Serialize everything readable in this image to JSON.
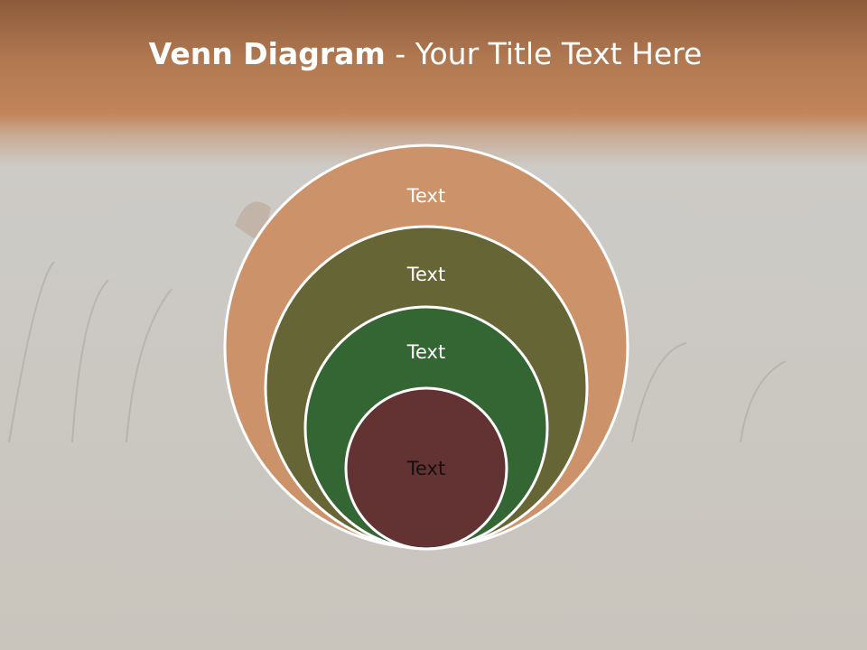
{
  "title": {
    "bold": "Venn Diagram",
    "rest": " - Your Title Text Here"
  },
  "rings": [
    {
      "label": "Text",
      "fill": "#cc936b",
      "text_color": "#ffffff"
    },
    {
      "label": "Text",
      "fill": "#666535",
      "text_color": "#ffffff"
    },
    {
      "label": "Text",
      "fill": "#336633",
      "text_color": "#ffffff"
    },
    {
      "label": "Text",
      "fill": "#633333",
      "text_color": "#111111"
    }
  ],
  "colors": {
    "outline": "#ffffff",
    "title": "#ffffff"
  }
}
